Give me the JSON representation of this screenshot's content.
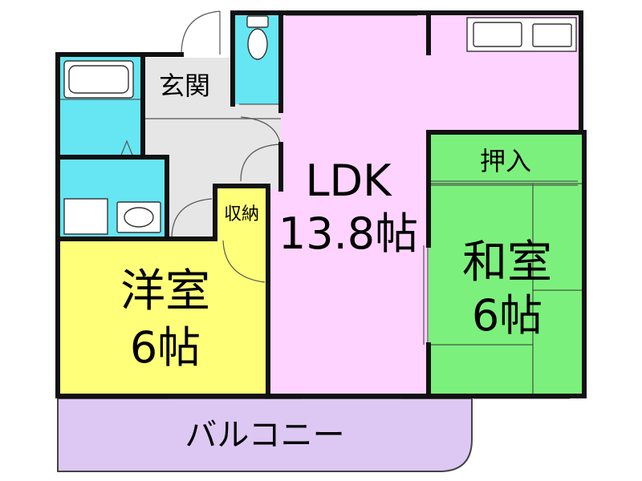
{
  "rooms": {
    "entrance": {
      "name": "玄関",
      "color": "#e6e6e6"
    },
    "storage": {
      "name": "収納",
      "color": "#ffff7a"
    },
    "western": {
      "name": "洋室",
      "size": "6帖",
      "color": "#ffff7a"
    },
    "ldk": {
      "name": "LDK",
      "size": "13.8帖",
      "color": "#ffd3ff"
    },
    "oshiire": {
      "name": "押入",
      "color": "#7cf07c"
    },
    "japanese": {
      "name": "和室",
      "size": "6帖",
      "color": "#7cf07c"
    },
    "balcony": {
      "name": "バルコニー",
      "color": "#ddc8f3"
    },
    "wet_area_color": "#66e6f2"
  },
  "icons": [
    "toilet-icon",
    "bathtub-icon",
    "washbasin-icon",
    "kitchen-sink-icon",
    "stove-icon",
    "door-swing-icon",
    "window-icon"
  ]
}
